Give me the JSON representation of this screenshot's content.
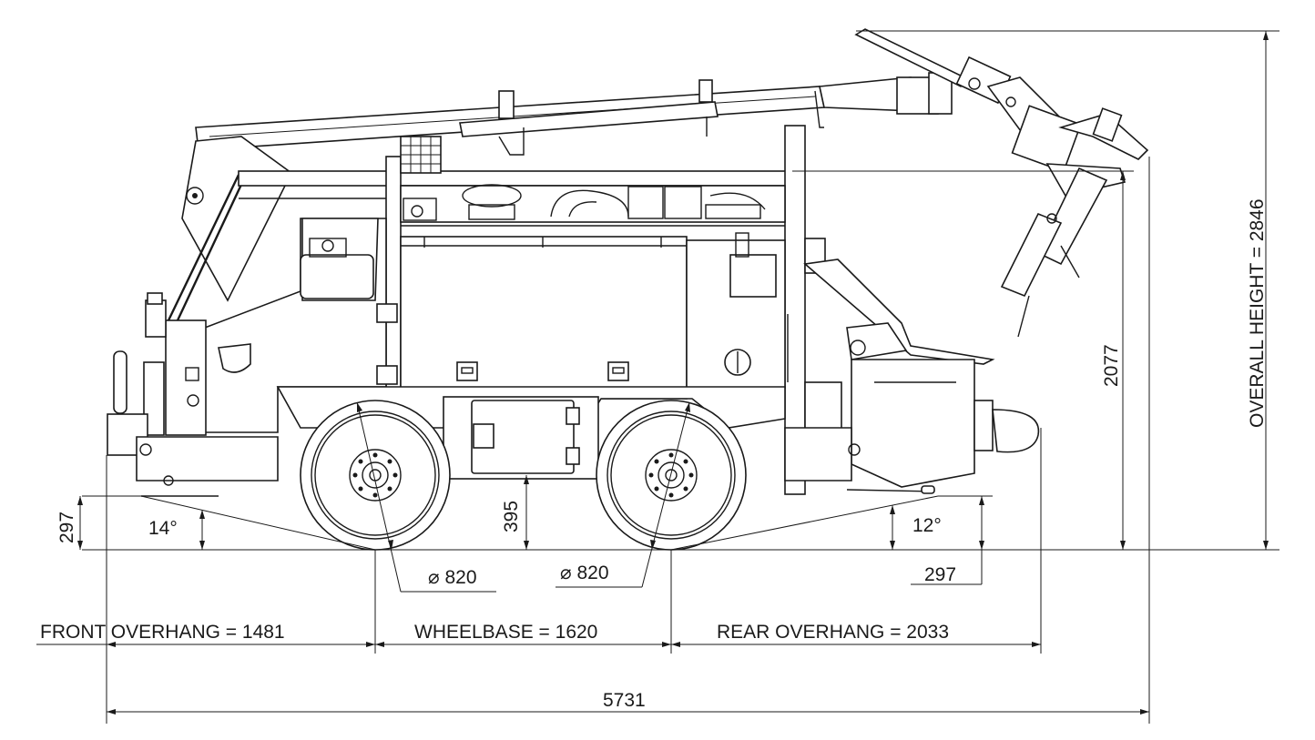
{
  "dimensions": {
    "front_overhang": "FRONT OVERHANG = 1481",
    "wheelbase": "WHEELBASE = 1620",
    "rear_overhang": "REAR OVERHANG = 2033",
    "overall_length": "5731",
    "overall_height": "OVERALL HEIGHT = 2846",
    "height_2077": "2077",
    "ground_clearance": "395",
    "front_clearance": "297",
    "rear_clearance": "297",
    "front_angle": "14°",
    "rear_angle": "12°",
    "front_wheel_diameter": "⌀ 820",
    "rear_wheel_diameter": "⌀ 820"
  }
}
